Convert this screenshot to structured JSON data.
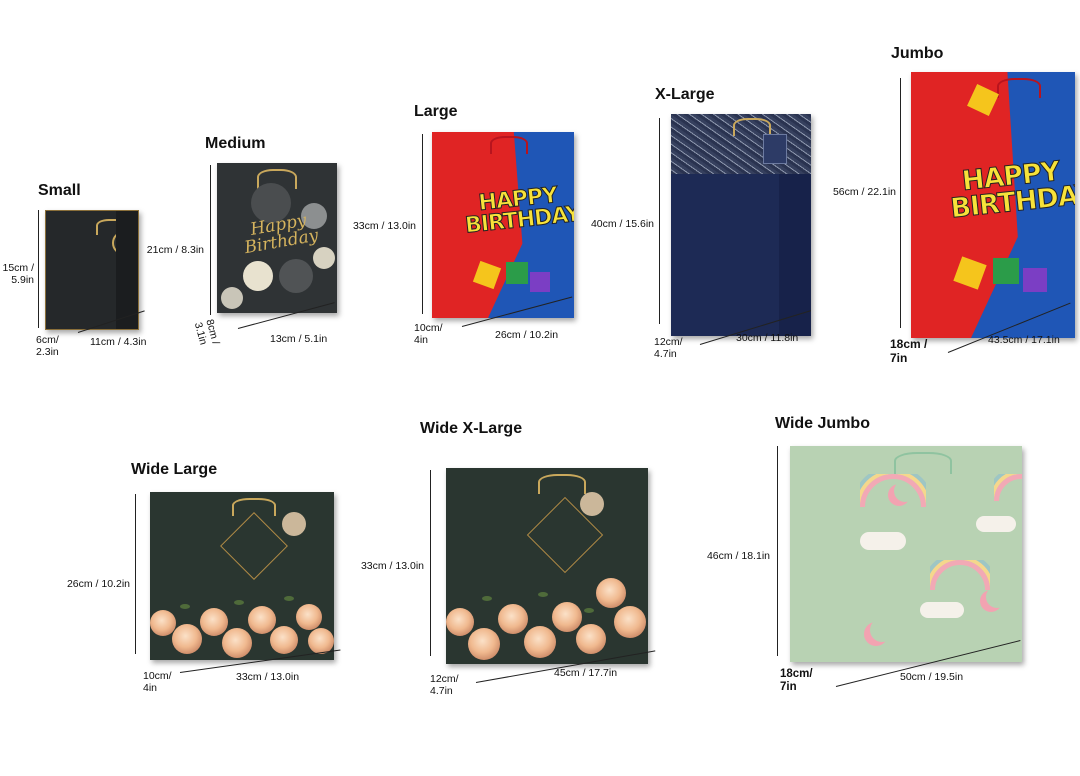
{
  "bags": {
    "small": {
      "title": "Small",
      "height": "15cm /\n5.9in",
      "depth": "6cm/\n2.3in",
      "width": "11cm / 4.3in"
    },
    "medium": {
      "title": "Medium",
      "height": "21cm / 8.3in",
      "depth": "8cm /\n3.1in",
      "width": "13cm / 5.1in",
      "print": "Happy\nBirthday"
    },
    "large": {
      "title": "Large",
      "height": "33cm / 13.0in",
      "depth": "10cm/\n4in",
      "width": "26cm / 10.2in",
      "print": "HAPPY\nBIRTHDAY"
    },
    "xlarge": {
      "title": "X-Large",
      "height": "40cm / 15.6in",
      "depth": "12cm/\n4.7in",
      "width": "30cm / 11.8in"
    },
    "jumbo": {
      "title": "Jumbo",
      "height": "56cm / 22.1in",
      "depth": "18cm /\n7in",
      "width": "43.5cm / 17.1in",
      "print": "HAPPY\nBIRTHDAY"
    },
    "wide_large": {
      "title": "Wide Large",
      "height": "26cm / 10.2in",
      "depth": "10cm/\n4in",
      "width": "33cm / 13.0in"
    },
    "wide_xlarge": {
      "title": "Wide X-Large",
      "height": "33cm / 13.0in",
      "depth": "12cm/\n4.7in",
      "width": "45cm / 17.7in"
    },
    "wide_jumbo": {
      "title": "Wide Jumbo",
      "height": "46cm / 18.1in",
      "depth": "18cm/\n7in",
      "width": "50cm / 19.5in"
    }
  },
  "colors": {
    "black_bag": "#24282a",
    "red_bag": "#e02424",
    "navy_bag": "#1d2a55",
    "green_bag": "#2a3630",
    "mint_bag": "#b8d2b3",
    "gold": "#c9a85c"
  }
}
